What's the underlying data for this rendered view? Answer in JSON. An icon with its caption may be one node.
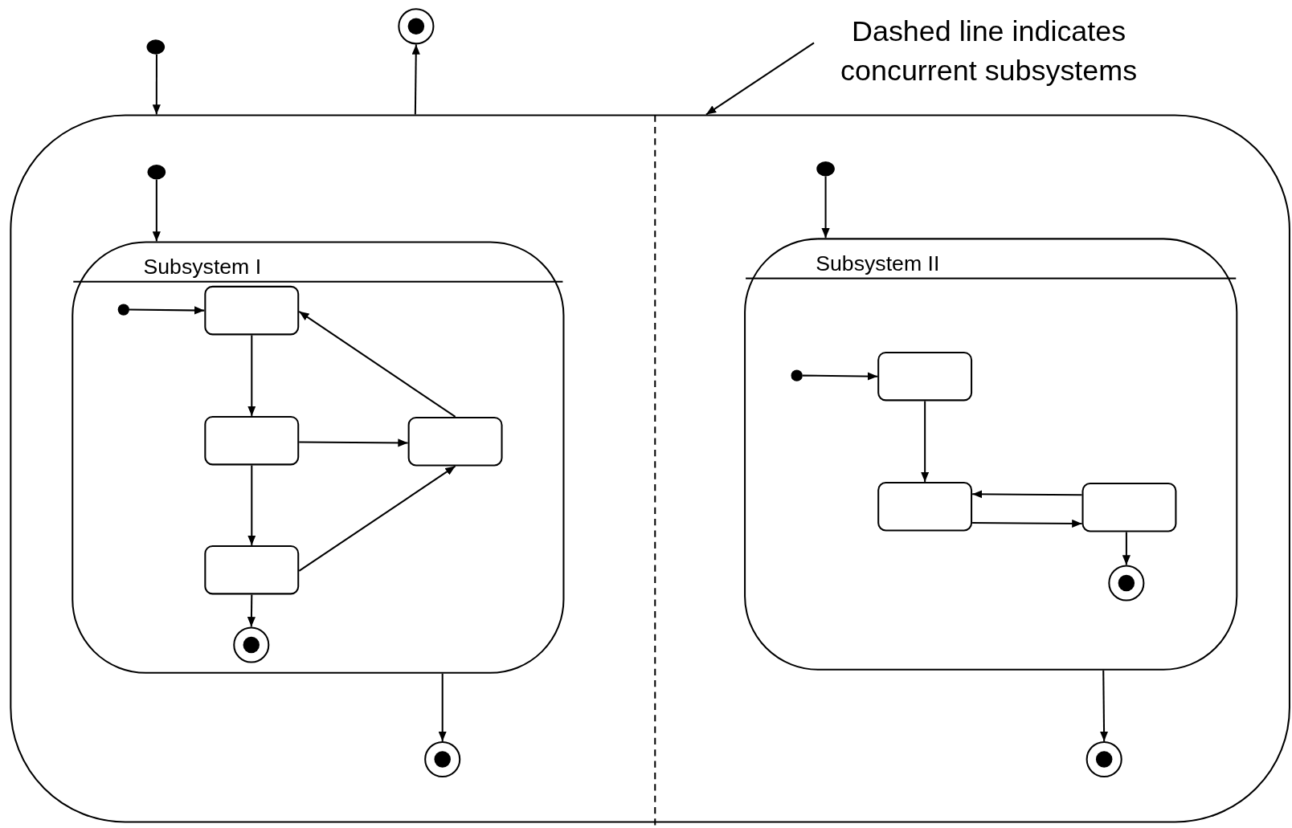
{
  "diagram": {
    "nodes": [
      {
        "text": [],
        "shape": "circle"
      },
      {
        "text": [],
        "shape": "circle"
      },
      {
        "text": [
          "Dashed line indicates concurrent subsystems"
        ]
      },
      {
        "text": [],
        "shape": "box"
      },
      {
        "text": [],
        "shape": "circle",
        "in": 3
      },
      {
        "text": [
          "Subsystem I"
        ],
        "in": 3
      },
      {
        "text": [],
        "shape": "circle",
        "in": 5
      },
      {
        "text": [],
        "shape": "box",
        "in": 5
      },
      {
        "text": [],
        "shape": "box",
        "in": 5
      },
      {
        "text": [],
        "shape": "box",
        "in": 5
      },
      {
        "text": [],
        "shape": "box",
        "in": 5
      },
      {
        "text": [],
        "shape": "circle",
        "in": 5
      },
      {
        "text": [],
        "shape": "circle",
        "in": 3
      },
      {
        "text": [],
        "shape": "circle",
        "in": 3
      },
      {
        "text": [
          "Subsystem II"
        ],
        "in": 3
      },
      {
        "text": [],
        "shape": "circle",
        "in": 14
      },
      {
        "text": [],
        "shape": "box",
        "in": 14
      },
      {
        "text": [],
        "shape": "box",
        "in": 14
      },
      {
        "text": [],
        "shape": "box",
        "in": 14
      },
      {
        "text": [],
        "shape": "circle",
        "in": 14
      },
      {
        "text": [],
        "shape": "circle",
        "in": 3
      }
    ],
    "edges": [
      {
        "from": 0,
        "to": 3,
        "arrow": "to"
      },
      {
        "from": 3,
        "to": 1,
        "arrow": "to"
      },
      {
        "from": 2,
        "to": 3,
        "arrow": "to"
      },
      {
        "from": 4,
        "to": 5,
        "arrow": "to"
      },
      {
        "from": 6,
        "to": 7,
        "arrow": "to"
      },
      {
        "from": 7,
        "to": 8,
        "arrow": "to"
      },
      {
        "from": 8,
        "to": 10,
        "arrow": "to"
      },
      {
        "from": 8,
        "to": 9,
        "arrow": "to"
      },
      {
        "from": 10,
        "to": 9,
        "arrow": "to"
      },
      {
        "from": 9,
        "to": 7,
        "arrow": "to"
      },
      {
        "from": 10,
        "to": 11,
        "arrow": "to"
      },
      {
        "from": 5,
        "to": 12,
        "arrow": "to"
      },
      {
        "from": 13,
        "to": 14,
        "arrow": "to"
      },
      {
        "from": 15,
        "to": 16,
        "arrow": "to"
      },
      {
        "from": 16,
        "to": 17,
        "arrow": "to"
      },
      {
        "from": 17,
        "to": 18,
        "arrow": "to"
      },
      {
        "from": 18,
        "to": 17,
        "arrow": "to"
      },
      {
        "from": 18,
        "to": 19,
        "arrow": "to"
      },
      {
        "from": 14,
        "to": 20,
        "arrow": "to"
      }
    ]
  }
}
